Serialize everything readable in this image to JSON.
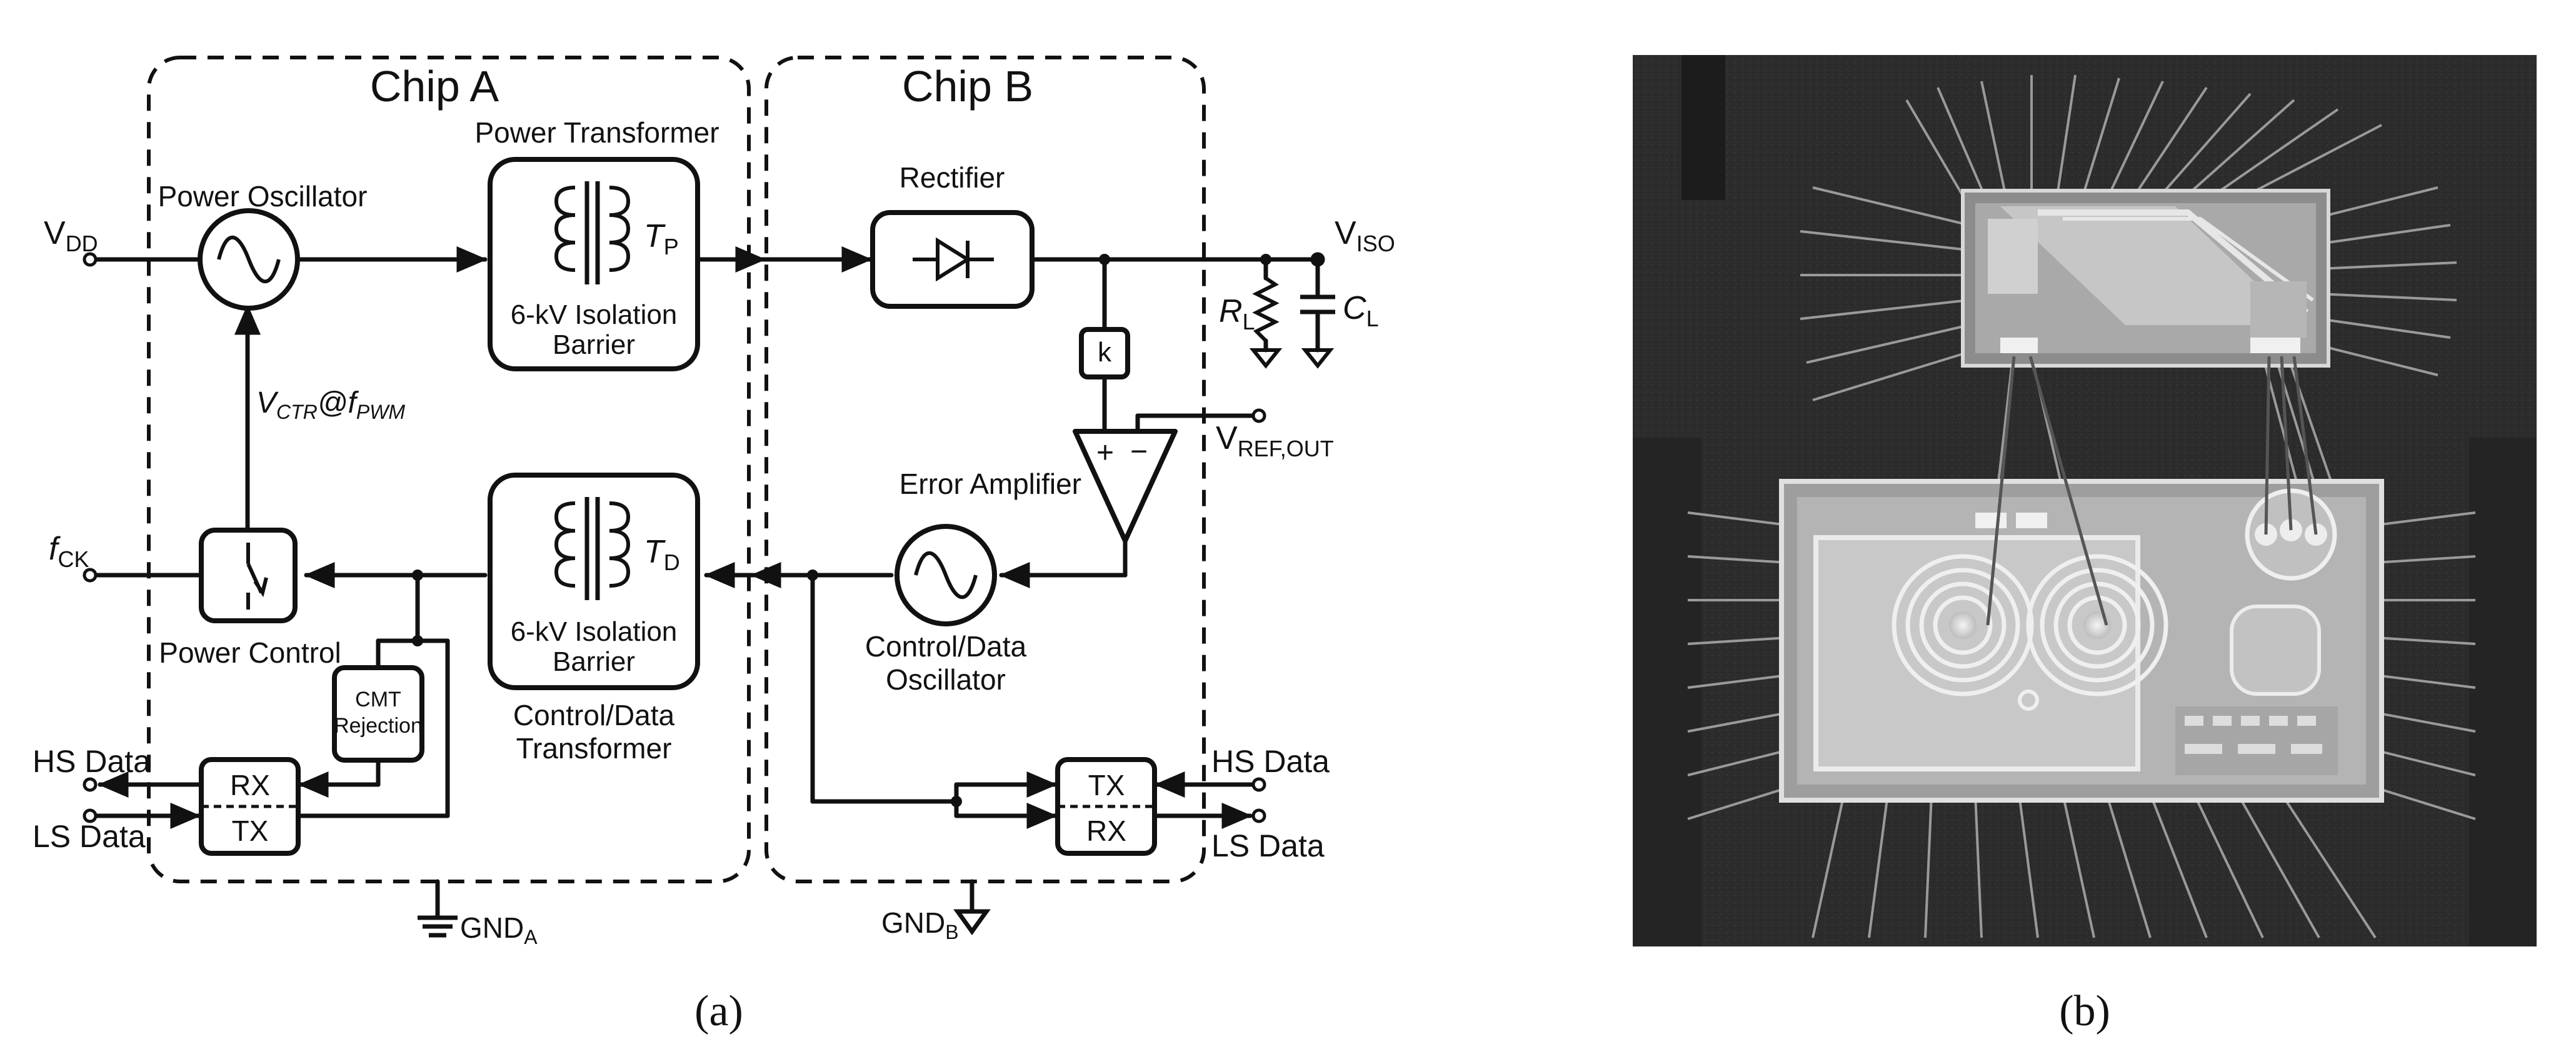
{
  "figure": {
    "panel_a_caption": "(a)",
    "panel_b_caption": "(b)",
    "chip_a": {
      "title": "Chip A",
      "power_oscillator": "Power Oscillator",
      "power_transformer": "Power Transformer",
      "tp_sym": "T",
      "tp_sub": "P",
      "isolation_1": "6-kV Isolation",
      "barrier_1": "Barrier",
      "vctr_main": "V",
      "vctr_sub": "CTR",
      "vctr_at": "@f",
      "vctr_sub2": "PWM",
      "power_control": "Power Control",
      "td_sym": "T",
      "td_sub": "D",
      "isolation_2": "6-kV Isolation",
      "barrier_2": "Barrier",
      "cdt_line1": "Control/Data",
      "cdt_line2": "Transformer",
      "cmt_line1": "CMT",
      "cmt_line2": "Rejection",
      "rx_label": "RX",
      "tx_label": "TX",
      "gnd_main": "GND",
      "gnd_sub": "A"
    },
    "chip_b": {
      "title": "Chip B",
      "rectifier": "Rectifier",
      "k_label": "k",
      "error_amplifier": "Error Amplifier",
      "amp_plus": "+",
      "amp_minus": "−",
      "cdo_line1": "Control/Data",
      "cdo_line2": "Oscillator",
      "tx_label": "TX",
      "rx_label": "RX",
      "gnd_main": "GND",
      "gnd_sub": "B"
    },
    "terminals": {
      "vdd_main": "V",
      "vdd_sub": "DD",
      "fck_main": "f",
      "fck_sub": "CK",
      "hs_left": "HS Data",
      "ls_left": "LS Data",
      "viso_main": "V",
      "viso_sub": "ISO",
      "rl_main": "R",
      "rl_sub": "L",
      "cl_main": "C",
      "cl_sub": "L",
      "vref_main": "V",
      "vref_sub": "REF,OUT",
      "hs_right": "HS Data",
      "ls_right": "LS Data"
    }
  }
}
